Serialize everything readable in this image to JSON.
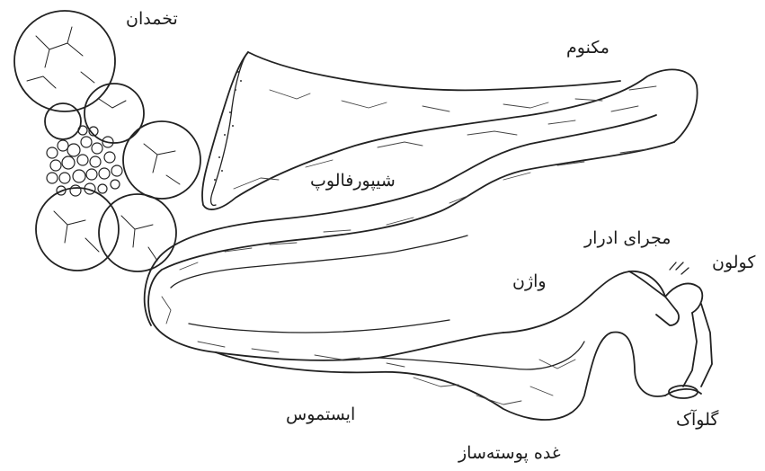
{
  "labels": {
    "ovary": "تخمدان",
    "infundibulum": "مکنوم",
    "fallopian_tube": "شیپورفالوپ",
    "urethra": "مجرای ادرار",
    "colon": "کولون",
    "vagina": "واژن",
    "isthmus": "ایستموس",
    "cloaca": "گلوآک",
    "shell_gland": "غده پوسته‌ساز"
  }
}
